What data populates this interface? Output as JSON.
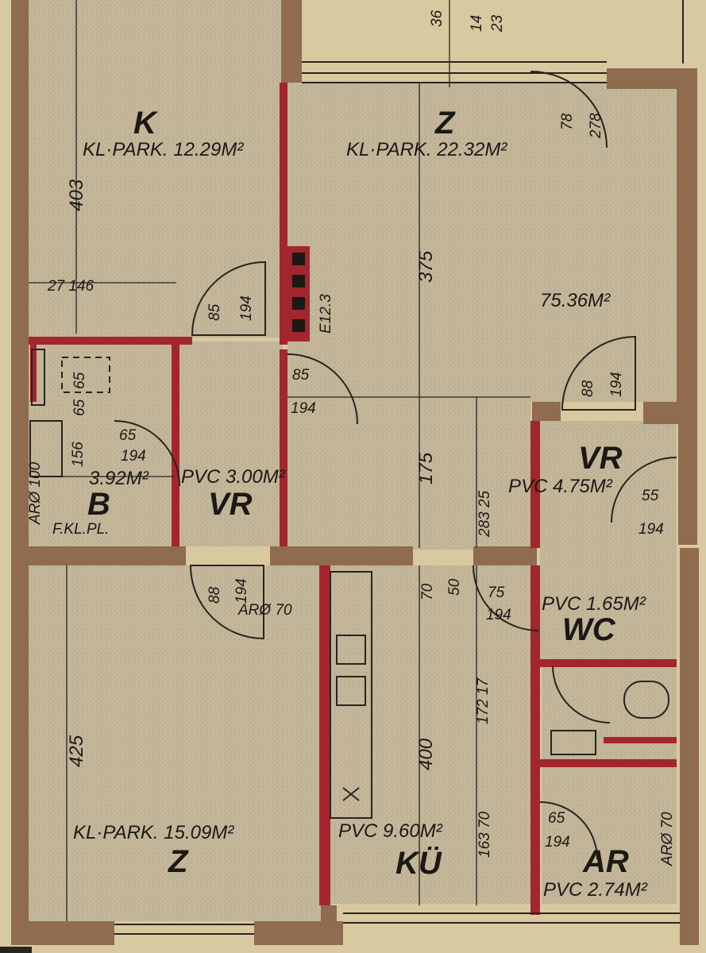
{
  "rooms": {
    "k_top": {
      "name": "K",
      "area": "KL·PARK. 12.29M²"
    },
    "z_top": {
      "name": "Z",
      "area": "KL·PARK. 22.32M²"
    },
    "b_small": {
      "name": "B",
      "area": "F.KL.PL.",
      "size": "3.92M²"
    },
    "vr_left": {
      "name": "VR",
      "area": "PVC 3.00M²"
    },
    "vr_right": {
      "name": "VR",
      "area": "PVC 4.75M²"
    },
    "wc": {
      "name": "WC",
      "area": "PVC 1.65M²"
    },
    "z_bottom": {
      "name": "Z",
      "area": "KL·PARK. 15.09M²"
    },
    "kitchen": {
      "name": "KÜ",
      "area": "PVC 9.60M²"
    },
    "ar": {
      "name": "AR",
      "area": "PVC 2.74M²"
    }
  },
  "total_area": "75.36M²",
  "labels": {
    "chimney": "E12.3",
    "appliance": "ARØ 70",
    "ar_vent": "ARØ 70",
    "b_vent": "ARØ 100"
  },
  "dimensions": {
    "top_corner": [
      "36",
      "14",
      "23"
    ],
    "k_height": "403",
    "k_width": "27  146",
    "k_door": [
      "85",
      "194"
    ],
    "z_door_top": [
      "78",
      "278"
    ],
    "z_height": "375",
    "z_lower": "175",
    "z_lower2": "283  25",
    "vr_door": [
      "85",
      "194"
    ],
    "b_door": [
      "65",
      "194"
    ],
    "b_door2": [
      "65",
      "65"
    ],
    "b_dim": "156",
    "z_right_door": [
      "88",
      "194"
    ],
    "vr_right_door": [
      "55",
      "194"
    ],
    "z_bottom_door": [
      "88",
      "194"
    ],
    "pass_dims": [
      "70",
      "50"
    ],
    "wc_door": [
      "75",
      "194"
    ],
    "z_bottom_height": "425",
    "kitchen_height": "400",
    "kitchen_height2": "172  17",
    "kitchen_lower": "163  70",
    "ar_door": [
      "65",
      "194"
    ]
  },
  "colors": {
    "paper": "#d8c9a0",
    "floor": "#c4b79a",
    "wall": "#8f6b4f",
    "red_wall": "#a3262e",
    "ink": "#1c1814"
  }
}
